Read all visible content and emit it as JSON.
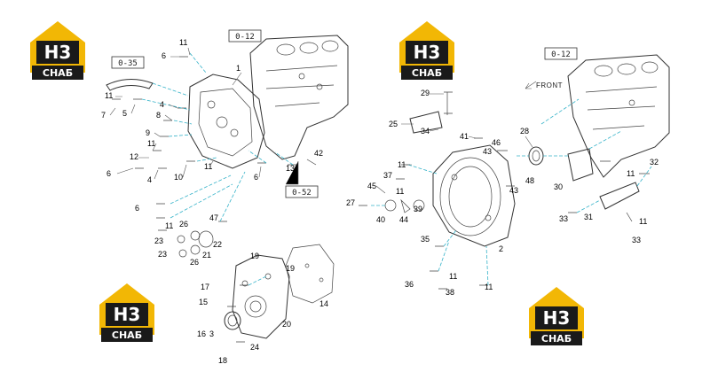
{
  "logo": {
    "top_text": "H3",
    "bottom_text": "CHAБ",
    "colors": {
      "yellow": "#F2B705",
      "black": "#1A1A1A",
      "white": "#FFFFFF"
    }
  },
  "refs": {
    "left_block": "0-12",
    "left_seal": "0-35",
    "left_bottom": "0-52",
    "right_block": "0-12"
  },
  "front_label": "FRONT",
  "callouts_left": [
    "11",
    "6",
    "1",
    "11",
    "7",
    "5",
    "4",
    "8",
    "9",
    "11",
    "12",
    "6",
    "4",
    "10",
    "11",
    "6",
    "13",
    "42",
    "6",
    "11",
    "26",
    "47",
    "23",
    "22",
    "23",
    "21",
    "26",
    "19",
    "17",
    "19",
    "15",
    "14",
    "16",
    "3",
    "20",
    "24",
    "18"
  ],
  "callouts_right": [
    "29",
    "25",
    "34",
    "41",
    "28",
    "46",
    "11",
    "43",
    "37",
    "30",
    "32",
    "48",
    "43",
    "11",
    "45",
    "11",
    "27",
    "40",
    "44",
    "39",
    "33",
    "31",
    "11",
    "33",
    "2",
    "35",
    "11",
    "36",
    "38",
    "11"
  ],
  "colors": {
    "guide": "#36B3C9",
    "line": "#333333"
  }
}
